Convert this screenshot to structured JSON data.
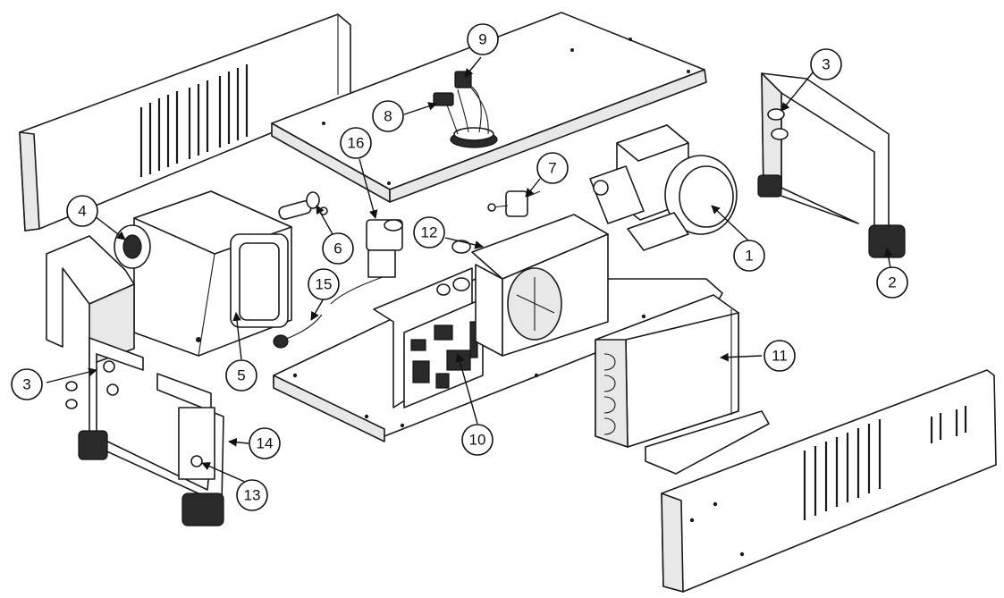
{
  "diagram": {
    "callouts": [
      {
        "id": "c1",
        "label": "1"
      },
      {
        "id": "c2",
        "label": "2"
      },
      {
        "id": "c3a",
        "label": "3"
      },
      {
        "id": "c3b",
        "label": "3"
      },
      {
        "id": "c4",
        "label": "4"
      },
      {
        "id": "c5",
        "label": "5"
      },
      {
        "id": "c6",
        "label": "6"
      },
      {
        "id": "c7",
        "label": "7"
      },
      {
        "id": "c8",
        "label": "8"
      },
      {
        "id": "c9",
        "label": "9"
      },
      {
        "id": "c10",
        "label": "10"
      },
      {
        "id": "c11",
        "label": "11"
      },
      {
        "id": "c12",
        "label": "12"
      },
      {
        "id": "c13",
        "label": "13"
      },
      {
        "id": "c14",
        "label": "14"
      },
      {
        "id": "c15",
        "label": "15"
      },
      {
        "id": "c16",
        "label": "16"
      }
    ]
  }
}
